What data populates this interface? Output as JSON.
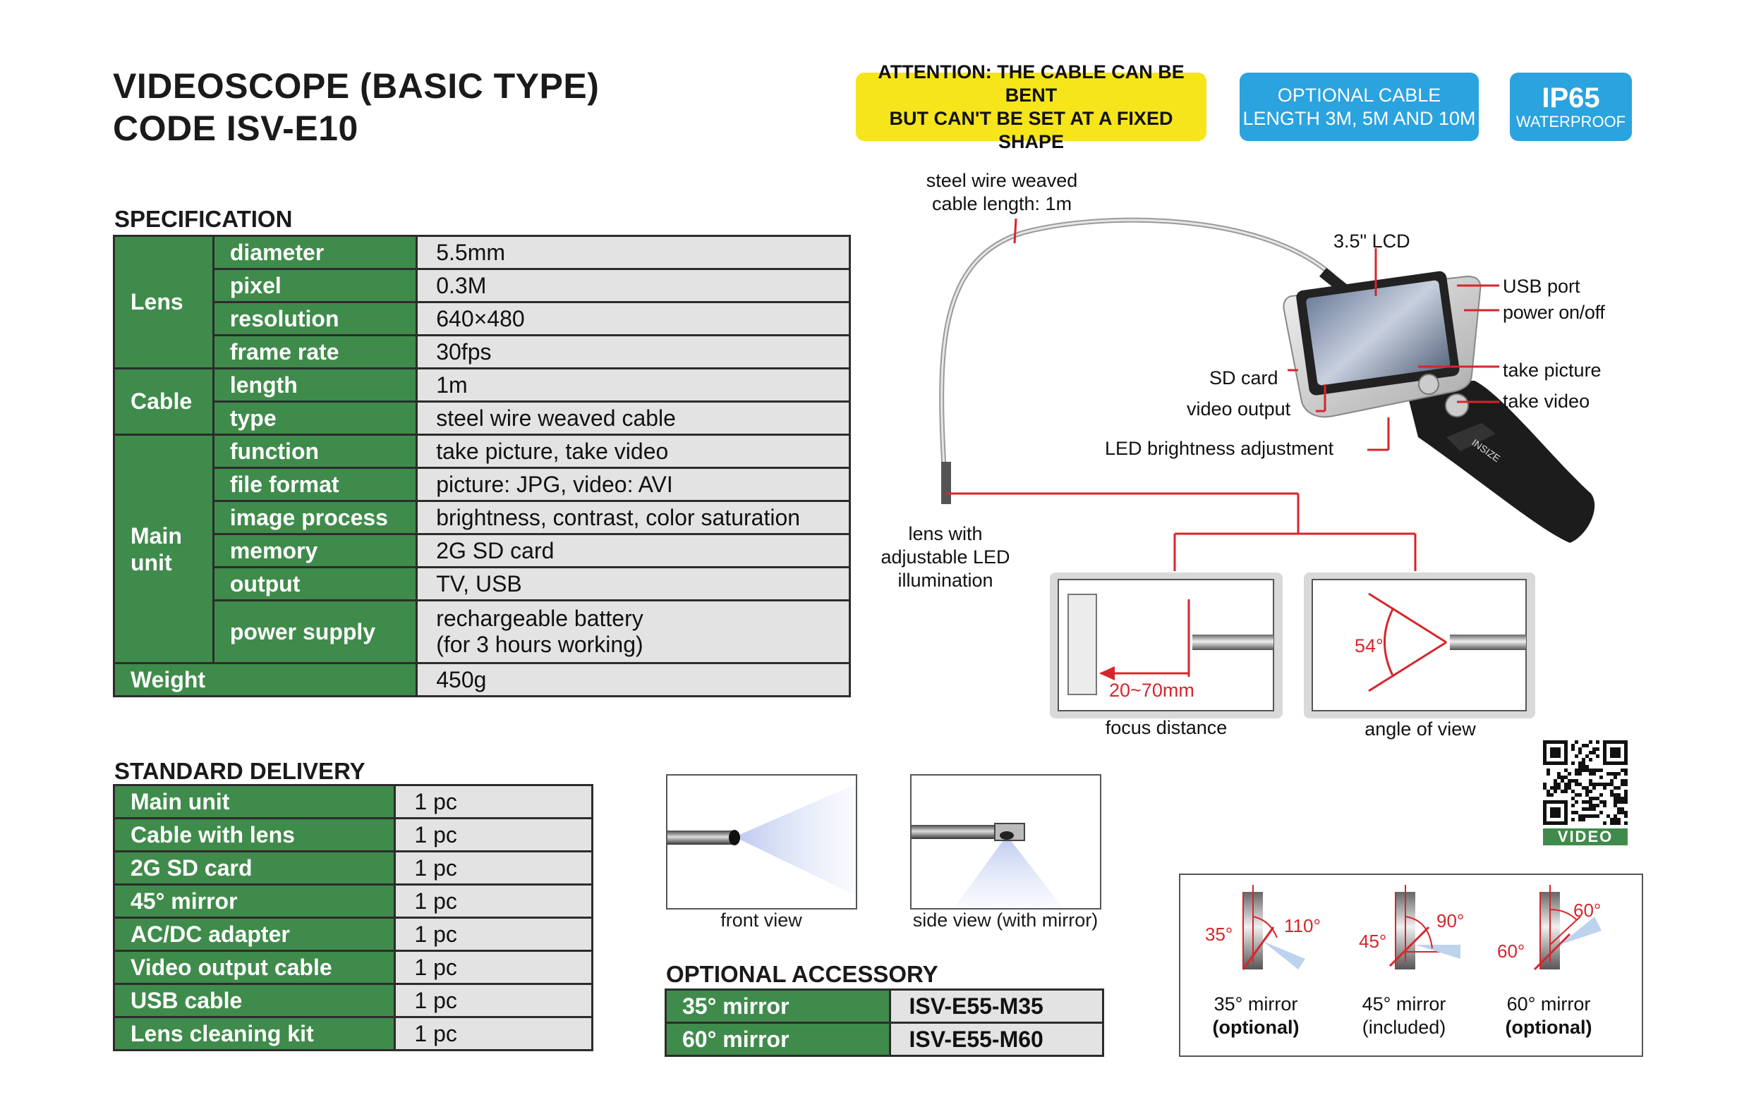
{
  "title": {
    "line1": "VIDEOSCOPE (BASIC TYPE)",
    "line2": "CODE ISV-E10"
  },
  "badges": {
    "attention": {
      "line1": "ATTENTION: THE CABLE CAN BE BENT",
      "line2": "BUT CAN'T BE SET AT A FIXED SHAPE"
    },
    "cable": {
      "line1": "OPTIONAL CABLE",
      "line2": "LENGTH 3M, 5M AND 10M"
    },
    "ip": {
      "big": "IP65",
      "small": "WATERPROOF"
    },
    "colors": {
      "yellow": "#f6e51a",
      "blue": "#2aa3df",
      "green": "#3f8b4b",
      "red": "#d6262b"
    }
  },
  "specification": {
    "heading": "SPECIFICATION",
    "groups": {
      "lens": "Lens",
      "cable": "Cable",
      "main_unit": "Main unit",
      "weight": "Weight"
    },
    "rows": [
      {
        "label": "diameter",
        "value": "5.5mm"
      },
      {
        "label": "pixel",
        "value": "0.3M"
      },
      {
        "label": "resolution",
        "value": "640×480"
      },
      {
        "label": "frame rate",
        "value": "30fps"
      },
      {
        "label": "length",
        "value": "1m"
      },
      {
        "label": "type",
        "value": "steel wire weaved cable"
      },
      {
        "label": "function",
        "value": "take picture, take video"
      },
      {
        "label": "file format",
        "value": "picture: JPG, video: AVI"
      },
      {
        "label": "image process",
        "value": "brightness, contrast, color saturation"
      },
      {
        "label": "memory",
        "value": "2G SD card"
      },
      {
        "label": "output",
        "value": "TV, USB"
      },
      {
        "label": "power supply",
        "value_line1": "rechargeable battery",
        "value_line2": "(for 3 hours working)"
      }
    ],
    "weight_value": "450g"
  },
  "standard_delivery": {
    "heading": "STANDARD DELIVERY",
    "items": [
      {
        "label": "Main unit",
        "qty": "1 pc"
      },
      {
        "label": "Cable with lens",
        "qty": "1 pc"
      },
      {
        "label": "2G SD card",
        "qty": "1 pc"
      },
      {
        "label": "45° mirror",
        "qty": "1 pc"
      },
      {
        "label": "AC/DC adapter",
        "qty": "1 pc"
      },
      {
        "label": "Video output cable",
        "qty": "1 pc"
      },
      {
        "label": "USB cable",
        "qty": "1 pc"
      },
      {
        "label": "Lens cleaning kit",
        "qty": "1 pc"
      }
    ]
  },
  "optional_accessory": {
    "heading": "OPTIONAL ACCESSORY",
    "items": [
      {
        "label": "35° mirror",
        "code": "ISV-E55-M35"
      },
      {
        "label": "60° mirror",
        "code": "ISV-E55-M60"
      }
    ]
  },
  "views": {
    "front": "front view",
    "side": "side view (with mirror)"
  },
  "diagram": {
    "cable_callout_1": "steel wire weaved",
    "cable_callout_2": "cable length: 1m",
    "lcd": "3.5\" LCD",
    "usb": "USB port",
    "power": "power on/off",
    "sd": "SD card",
    "video_out": "video output",
    "take_picture": "take picture",
    "take_video": "take video",
    "led": "LED brightness adjustment",
    "lens_1": "lens with",
    "lens_2": "adjustable LED",
    "lens_3": "illumination",
    "focus_value": "20~70mm",
    "focus_caption": "focus distance",
    "angle_value": "54°",
    "angle_caption": "angle of view",
    "brand": "INSIZE"
  },
  "qr": {
    "label": "VIDEO"
  },
  "mirrors": [
    {
      "a1": "35°",
      "a2": "110°",
      "name": "35° mirror",
      "status": "(optional)"
    },
    {
      "a1": "45°",
      "a2": "90°",
      "name": "45° mirror",
      "status": "(included)"
    },
    {
      "a1": "60°",
      "a2": "60°",
      "name": "60° mirror",
      "status": "(optional)"
    }
  ]
}
